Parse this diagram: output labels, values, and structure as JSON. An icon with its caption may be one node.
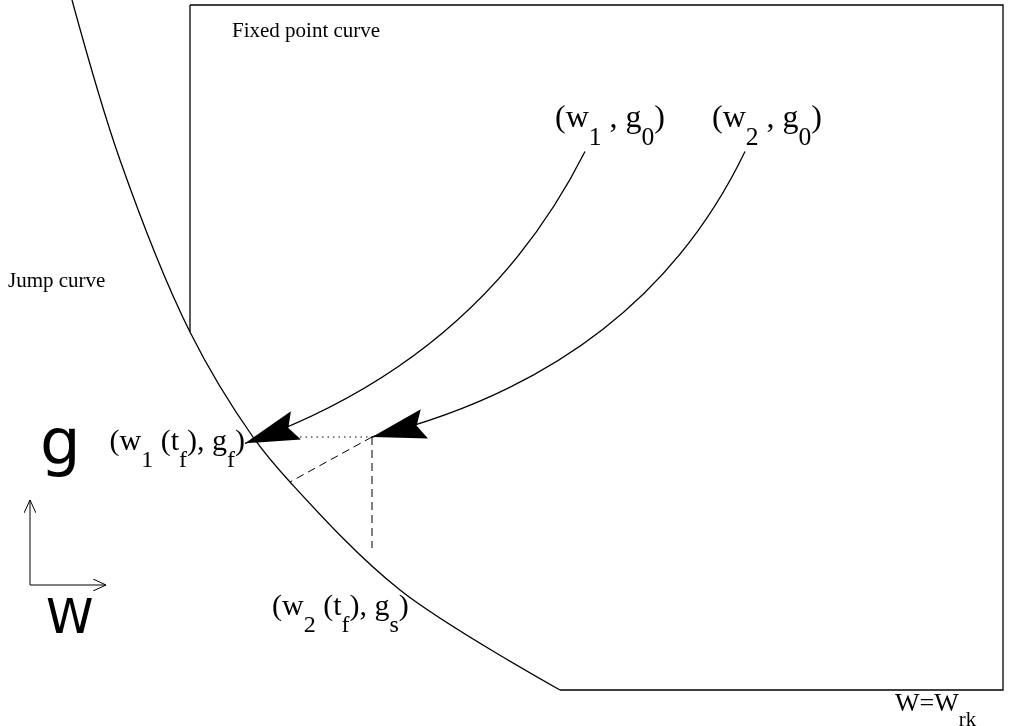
{
  "diagram": {
    "nodes": [
      {
        "text": [
          "(w$_{1}$ , g$_{0}$)"
        ]
      },
      {
        "text": [
          "(w$_{2}$ , g$_{0}$)"
        ]
      },
      {
        "text": [
          "(w$_{1}$ (t$_{f}$), g$_{f}$)"
        ]
      }
    ],
    "edges": [
      {
        "from": 0,
        "to": 2,
        "arrow": "to"
      },
      {
        "from": 1,
        "to": null,
        "arrow": "to"
      }
    ],
    "labels": [
      "Fixed point curve",
      "Jump curve",
      "g",
      "W",
      "(w$_{2}$ (t$_{f}$), g$_{s}$)",
      "W=W$_{rk}$"
    ]
  }
}
